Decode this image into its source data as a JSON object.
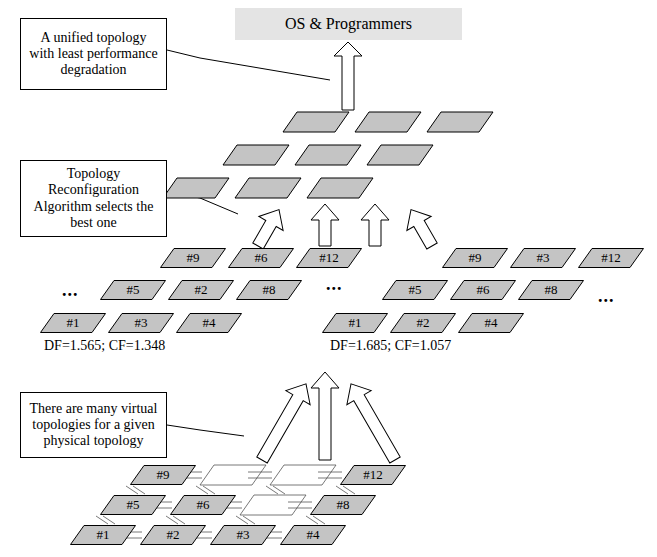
{
  "diagram": {
    "nodes": [
      {
        "text": [
          "OS & Programmers"
        ]
      },
      {
        "text": [
          "A unified topology with least performance degradation"
        ]
      },
      {
        "text": [
          "Topology Reconfiguration Algorithm selects the best one"
        ]
      },
      {
        "text": [
          "#9"
        ]
      },
      {
        "text": [
          "#6"
        ]
      },
      {
        "text": [
          "#12"
        ]
      },
      {
        "text": [
          "#5"
        ]
      },
      {
        "text": [
          "#2"
        ]
      },
      {
        "text": [
          "#8"
        ]
      },
      {
        "text": [
          "#1"
        ]
      },
      {
        "text": [
          "#3"
        ]
      },
      {
        "text": [
          "#4"
        ]
      },
      {
        "text": [
          "#9"
        ]
      },
      {
        "text": [
          "#3"
        ]
      },
      {
        "text": [
          "#12"
        ]
      },
      {
        "text": [
          "#5"
        ]
      },
      {
        "text": [
          "#6"
        ]
      },
      {
        "text": [
          "#8"
        ]
      },
      {
        "text": [
          "#1"
        ]
      },
      {
        "text": [
          "#2"
        ]
      },
      {
        "text": [
          "#4"
        ]
      },
      {
        "text": [
          "There are many virtual topologies for a given physical topology"
        ]
      },
      {
        "text": [
          "#9"
        ]
      },
      {
        "text": [
          "#12"
        ]
      },
      {
        "text": [
          "#5"
        ]
      },
      {
        "text": [
          "#6"
        ]
      },
      {
        "text": [
          "#8"
        ]
      },
      {
        "text": [
          "#1"
        ]
      },
      {
        "text": [
          "#2"
        ]
      },
      {
        "text": [
          "#3"
        ]
      },
      {
        "text": [
          "#4"
        ]
      }
    ],
    "edges": [],
    "labels": [
      "...",
      "...",
      "...",
      "DF=1.565; CF=1.348",
      "DF=1.685; CF=1.057"
    ]
  }
}
